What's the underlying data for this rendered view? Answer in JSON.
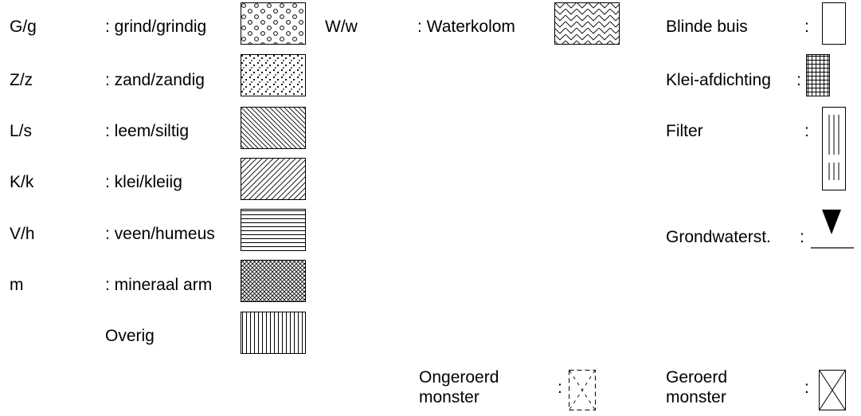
{
  "soil_legend": [
    {
      "code": "G/g",
      "label": ": grind/grindig",
      "pattern": "circles-icon"
    },
    {
      "code": "Z/z",
      "label": ": zand/zandig",
      "pattern": "dots-icon"
    },
    {
      "code": "L/s",
      "label": ": leem/siltig",
      "pattern": "dense-back-hatch-icon"
    },
    {
      "code": "K/k",
      "label": ": klei/kleiig",
      "pattern": "forward-hatch-icon"
    },
    {
      "code": "V/h",
      "label": ": veen/humeus",
      "pattern": "horizontal-lines-icon"
    },
    {
      "code": "m",
      "label": ": mineraal arm",
      "pattern": "crosshatch-icon"
    },
    {
      "code": "",
      "label": "Overig",
      "pattern": "vertical-lines-icon"
    }
  ],
  "water": {
    "code": "W/w",
    "label": ": Waterkolom",
    "pattern": "zigzag-icon"
  },
  "well_legend": [
    {
      "label": "Blinde buis",
      "colon": ":",
      "pattern": "blank-pipe-icon"
    },
    {
      "label": "Klei-afdichting",
      "colon": ":",
      "pattern": "grid-icon"
    },
    {
      "label": "Filter",
      "colon": ":",
      "pattern": "filter-pipe-icon"
    },
    {
      "label": "Grondwaterst.",
      "colon": ":",
      "pattern": "groundwater-triangle-icon"
    }
  ],
  "samples": [
    {
      "line1": "Ongeroerd",
      "line2": "monster",
      "colon": ":",
      "pattern": "undisturbed-sample-icon"
    },
    {
      "line1": "Geroerd",
      "line2": "monster",
      "colon": ":",
      "pattern": "disturbed-sample-icon"
    }
  ]
}
